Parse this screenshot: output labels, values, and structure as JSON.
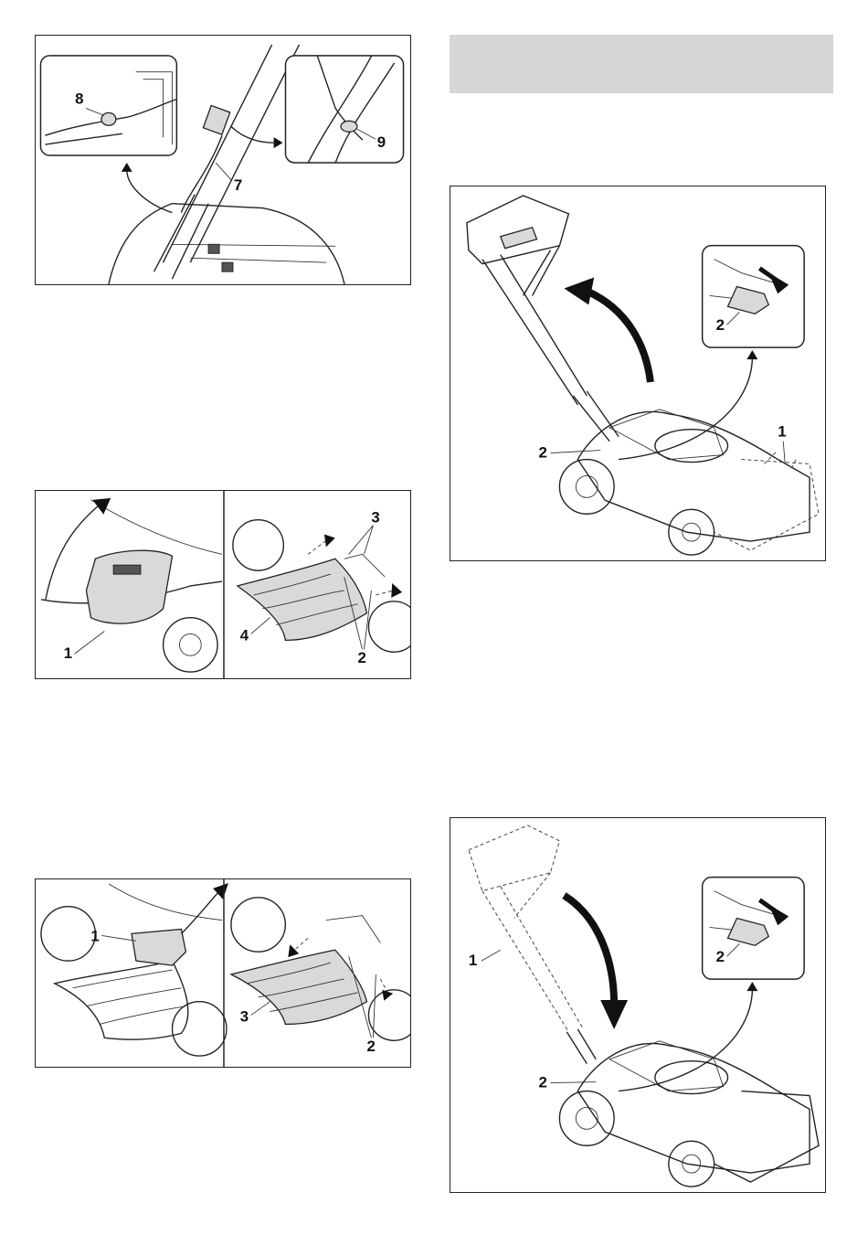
{
  "colors": {
    "header_bar": "#d6d6d6",
    "frame": "#222222",
    "shade": "#d9d9d9"
  },
  "figures": {
    "cable_routing": {
      "callouts": [
        "8",
        "7",
        "9"
      ]
    },
    "flap_open_catcher": {
      "callouts": [
        "1",
        "4",
        "3",
        "2"
      ]
    },
    "flap_mulch": {
      "callouts": [
        "1",
        "3",
        "2"
      ]
    },
    "handle_fold_up": {
      "callouts": [
        "2",
        "2",
        "1"
      ]
    },
    "handle_fold_down": {
      "callouts": [
        "1",
        "2",
        "2"
      ]
    }
  }
}
